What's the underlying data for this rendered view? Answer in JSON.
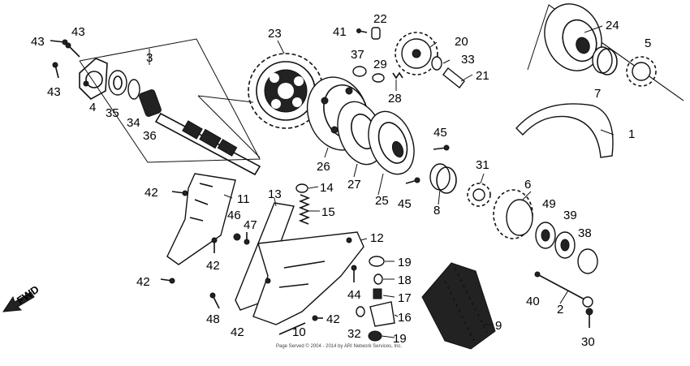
{
  "labels": [
    {
      "text": "43"
    },
    {
      "text": "43"
    },
    {
      "text": "43"
    },
    {
      "text": "3"
    },
    {
      "text": "4"
    },
    {
      "text": "35"
    },
    {
      "text": "34"
    },
    {
      "text": "36"
    },
    {
      "text": "23"
    },
    {
      "text": "41"
    },
    {
      "text": "22"
    },
    {
      "text": "20"
    },
    {
      "text": "37"
    },
    {
      "text": "29"
    },
    {
      "text": "33"
    },
    {
      "text": "21"
    },
    {
      "text": "28"
    },
    {
      "text": "24"
    },
    {
      "text": "5"
    },
    {
      "text": "7"
    },
    {
      "text": "1"
    },
    {
      "text": "45"
    },
    {
      "text": "26"
    },
    {
      "text": "27"
    },
    {
      "text": "25"
    },
    {
      "text": "31"
    },
    {
      "text": "45"
    },
    {
      "text": "8"
    },
    {
      "text": "6"
    },
    {
      "text": "49"
    },
    {
      "text": "39"
    },
    {
      "text": "38"
    },
    {
      "text": "42"
    },
    {
      "text": "11"
    },
    {
      "text": "13"
    },
    {
      "text": "14"
    },
    {
      "text": "15"
    },
    {
      "text": "46"
    },
    {
      "text": "47"
    },
    {
      "text": "42"
    },
    {
      "text": "12"
    },
    {
      "text": "42"
    },
    {
      "text": "19"
    },
    {
      "text": "18"
    },
    {
      "text": "44"
    },
    {
      "text": "17"
    },
    {
      "text": "40"
    },
    {
      "text": "2"
    },
    {
      "text": "48"
    },
    {
      "text": "42"
    },
    {
      "text": "42"
    },
    {
      "text": "16"
    },
    {
      "text": "9"
    },
    {
      "text": "10"
    },
    {
      "text": "32"
    },
    {
      "text": "19"
    },
    {
      "text": "30"
    }
  ],
  "fwd_label": "FWD",
  "copyright": "Page Served © 2004 - 2014 by ARI Network Services, Inc."
}
